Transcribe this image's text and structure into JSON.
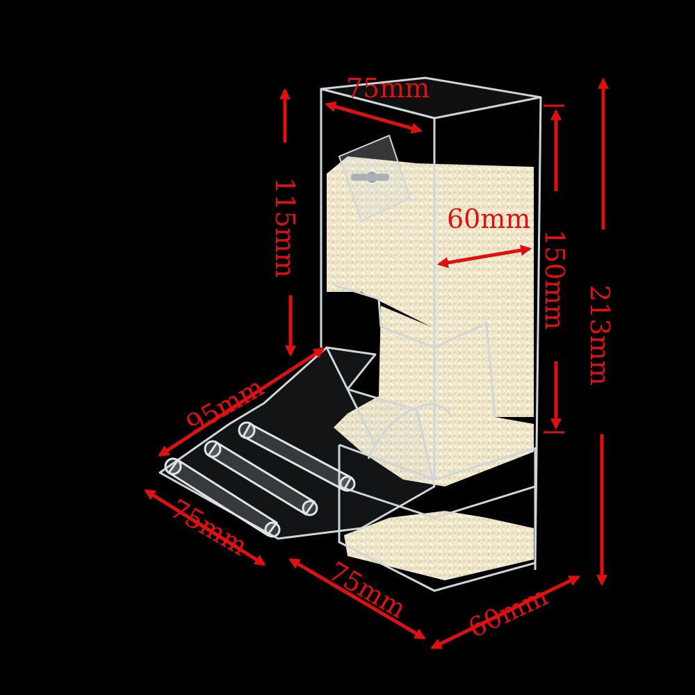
{
  "colors": {
    "background": "#000000",
    "arrow": "#e01010",
    "acrylic": "#cfd6da",
    "rice": "#ede3c6"
  },
  "dimensions": {
    "top_width": "75mm",
    "inner_width": "60mm",
    "upper_height": "115mm",
    "body_height": "150mm",
    "total_height": "213mm",
    "perch_length": "95mm",
    "perch_width": "75mm",
    "base_length": "75mm",
    "base_depth": "60mm"
  }
}
